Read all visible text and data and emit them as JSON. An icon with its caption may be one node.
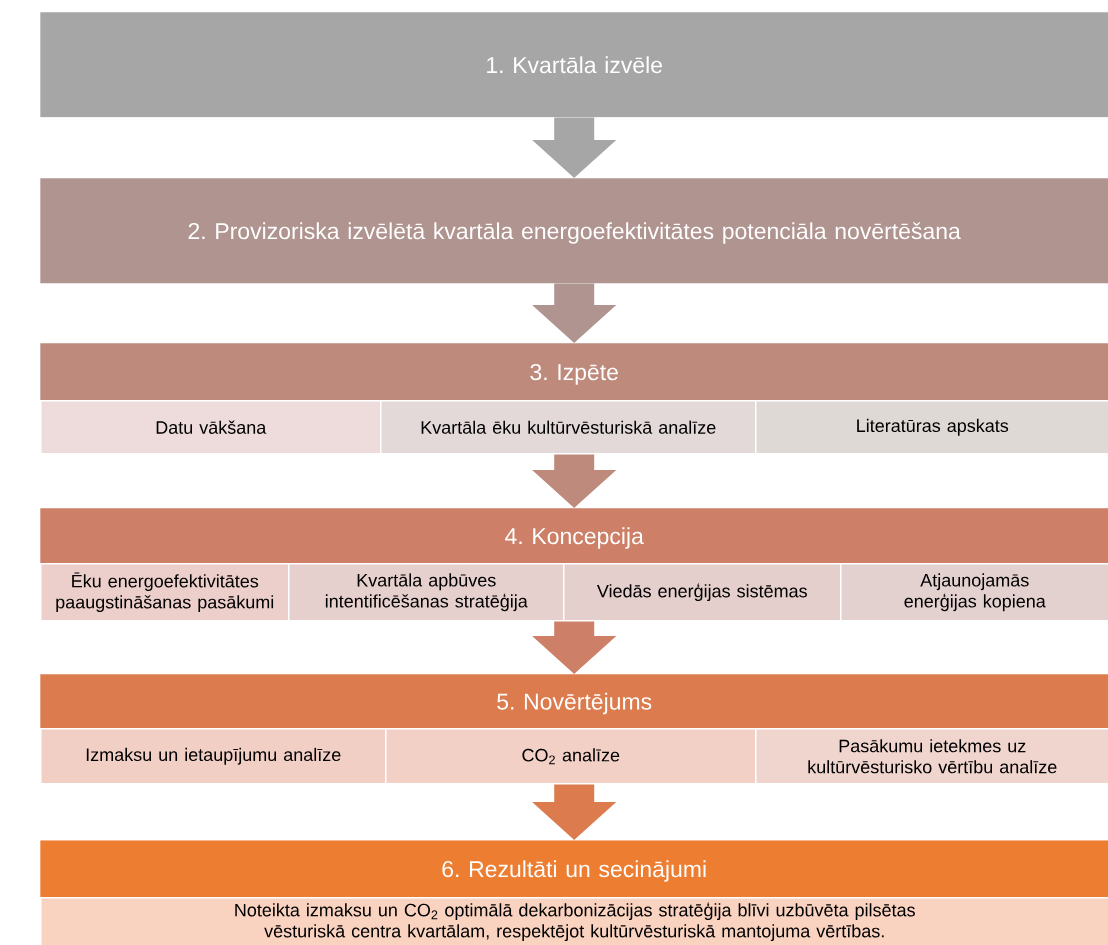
{
  "diagram": {
    "nodes": [
      {
        "text": [
          "1. Kvartāla izvēle"
        ]
      },
      {
        "text": [
          "2. Provizoriska izvēlētā kvartāla energoefektivitātes potenciāla novērtēšana"
        ]
      },
      {
        "text": [
          "3. Izpēte"
        ]
      },
      {
        "text": [
          "Datu vākšana"
        ]
      },
      {
        "text": [
          "Kvartāla ēku kultūrvēsturiskā analīze"
        ]
      },
      {
        "text": [
          "Literatūras apskats"
        ]
      },
      {
        "text": [
          "4. Koncepcija"
        ]
      },
      {
        "text": [
          "Ēku energoefektivitātes paaugstināšanas pasākumi"
        ]
      },
      {
        "text": [
          "Kvartāla apbūves intentificēšanas stratēģija"
        ]
      },
      {
        "text": [
          "Viedās enerģijas sistēmas"
        ]
      },
      {
        "text": [
          "Atjaunojamās enerģijas kopiena"
        ]
      },
      {
        "text": [
          "5. Novērtējums"
        ]
      },
      {
        "text": [
          "Izmaksu un ietaupījumu analīze"
        ]
      },
      {
        "text": [
          "CO$_{2}$ analīze"
        ]
      },
      {
        "text": [
          "Pasākumu ietekmes uz kultūrvēsturisko vērtību analīze"
        ]
      },
      {
        "text": [
          "6. Rezultāti un secinājumi"
        ]
      },
      {
        "text": [
          "Noteikta izmaksu un CO$_{2}$ optimālā dekarbonizācijas stratēģija blīvi uzbūvēta pilsētas vēsturiskā centra kvartālam, respektējot kultūrvēsturiskā mantojuma vērtības."
        ]
      }
    ],
    "edges": [
      {
        "from": 0,
        "to": 1,
        "arrow": "to"
      },
      {
        "from": 1,
        "to": 2,
        "arrow": "to"
      },
      {
        "from": 4,
        "to": 6,
        "arrow": "to"
      },
      {
        "from": 9,
        "to": 11,
        "arrow": "to"
      },
      {
        "from": 13,
        "to": 15,
        "arrow": "to"
      }
    ]
  }
}
